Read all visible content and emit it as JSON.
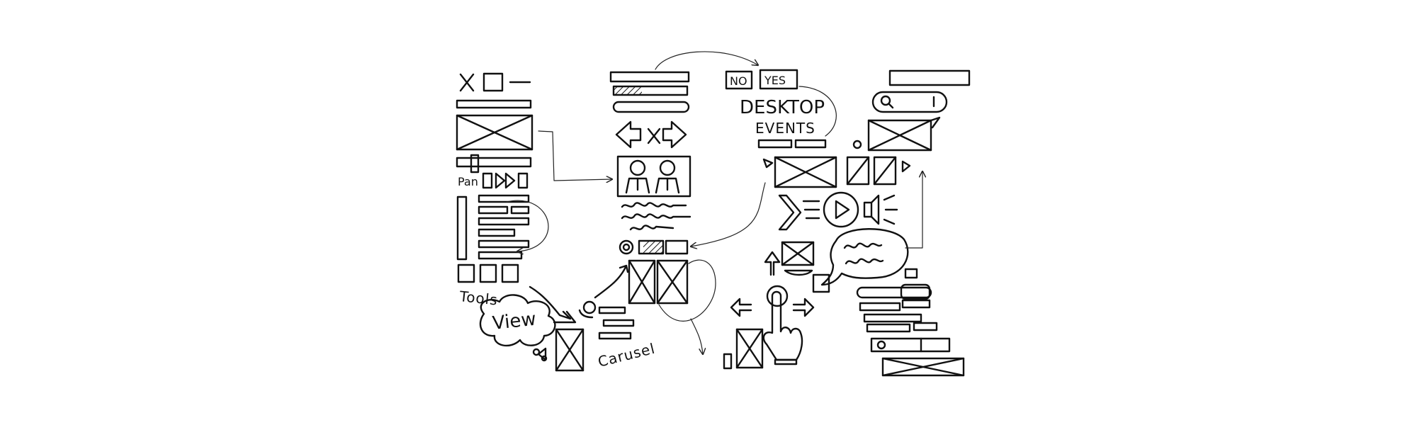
{
  "labels": {
    "no": "NO",
    "yes": "YES",
    "desktop": "DESKTOP",
    "events": "EVENTS",
    "tools": "Tools",
    "view": "View",
    "carousel": "Carusel",
    "pan": "Pan"
  },
  "style": {
    "ink": "#111111",
    "background": "#ffffff"
  }
}
